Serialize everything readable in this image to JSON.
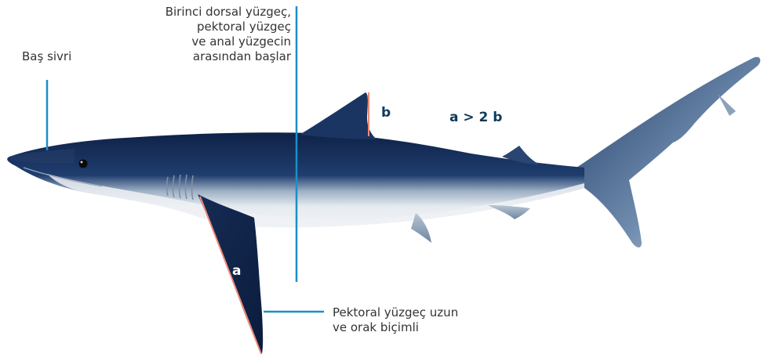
{
  "labels": {
    "head": "Baş sivri",
    "dorsal": [
      "Birinci dorsal yüzgeç,",
      "pektoral yüzgeç",
      "ve anal yüzgecin",
      "arasından başlar"
    ],
    "pectoral": [
      "Pektoral yüzgeç uzun",
      "ve orak biçimli"
    ],
    "a": "a",
    "b": "b",
    "relation": "a > 2 b"
  },
  "colors": {
    "shark_dark": "#10254a",
    "shark_light": "#e9edf1",
    "pointer_line": "#1b8fc6",
    "measure_line": "#f08a78",
    "label_text": "#333333",
    "bold_text": "#0e3a5b"
  }
}
